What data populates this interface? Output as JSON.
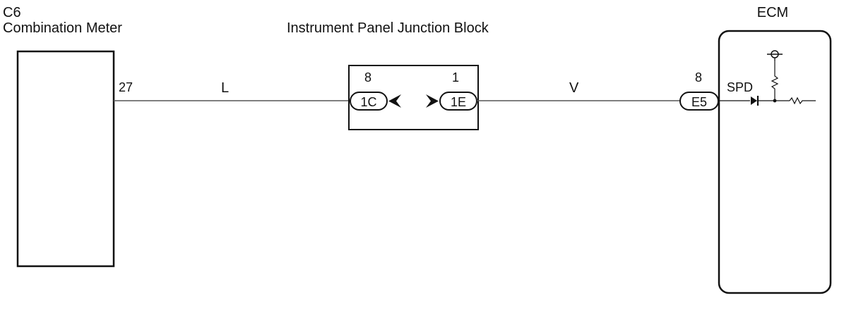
{
  "combination_meter": {
    "code": "C6",
    "name": "Combination Meter",
    "pin": "27"
  },
  "wire_left": {
    "color_code": "L"
  },
  "junction_block": {
    "name": "Instrument Panel Junction Block",
    "left_connector": {
      "code": "1C",
      "pin": "8"
    },
    "right_connector": {
      "code": "1E",
      "pin": "1"
    }
  },
  "wire_right": {
    "color_code": "V"
  },
  "ecm": {
    "name": "ECM",
    "connector": {
      "code": "E5",
      "pin": "8"
    },
    "terminal": "SPD"
  }
}
